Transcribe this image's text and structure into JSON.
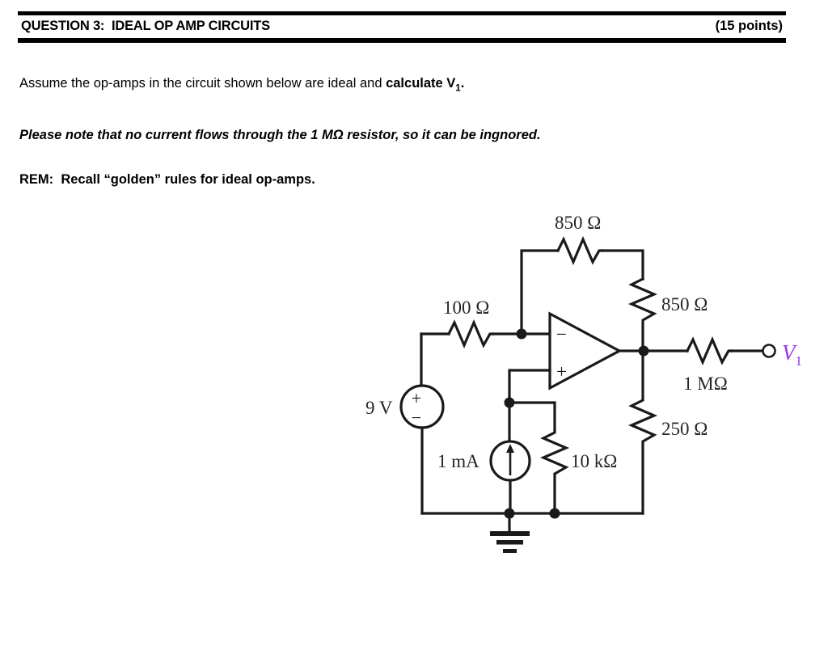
{
  "header": {
    "title": "QUESTION 3:  IDEAL OP AMP CIRCUITS",
    "points": "(15 points)"
  },
  "body": {
    "assume_prefix": "Assume the op-amps in the circuit shown below are ideal and ",
    "assume_bold": "calculate V",
    "assume_sub": "1",
    "assume_suffix": ".",
    "note": "Please note that no current flows through the 1 MΩ resistor, so it can be ingnored.",
    "rem": "REM:  Recall “golden” rules for ideal op-amps."
  },
  "circuit": {
    "labels": {
      "r_feedback_top": "850 Ω",
      "r_input": "100 Ω",
      "r_upper_divider": "850 Ω",
      "r_output_series": "1 MΩ",
      "r_lower_divider": "250 Ω",
      "r_load": "10 kΩ",
      "v_source": "9 V",
      "i_source": "1 mA",
      "output_node": "V",
      "output_node_sub": "1"
    },
    "opamp": {
      "inverting_pin": "−",
      "noninverting_pin": "+"
    },
    "source_signs": {
      "plus": "+",
      "minus": "−"
    },
    "colors": {
      "wire": "#1a1a1a",
      "output_label": "#9933ee",
      "text": "#262626"
    }
  }
}
